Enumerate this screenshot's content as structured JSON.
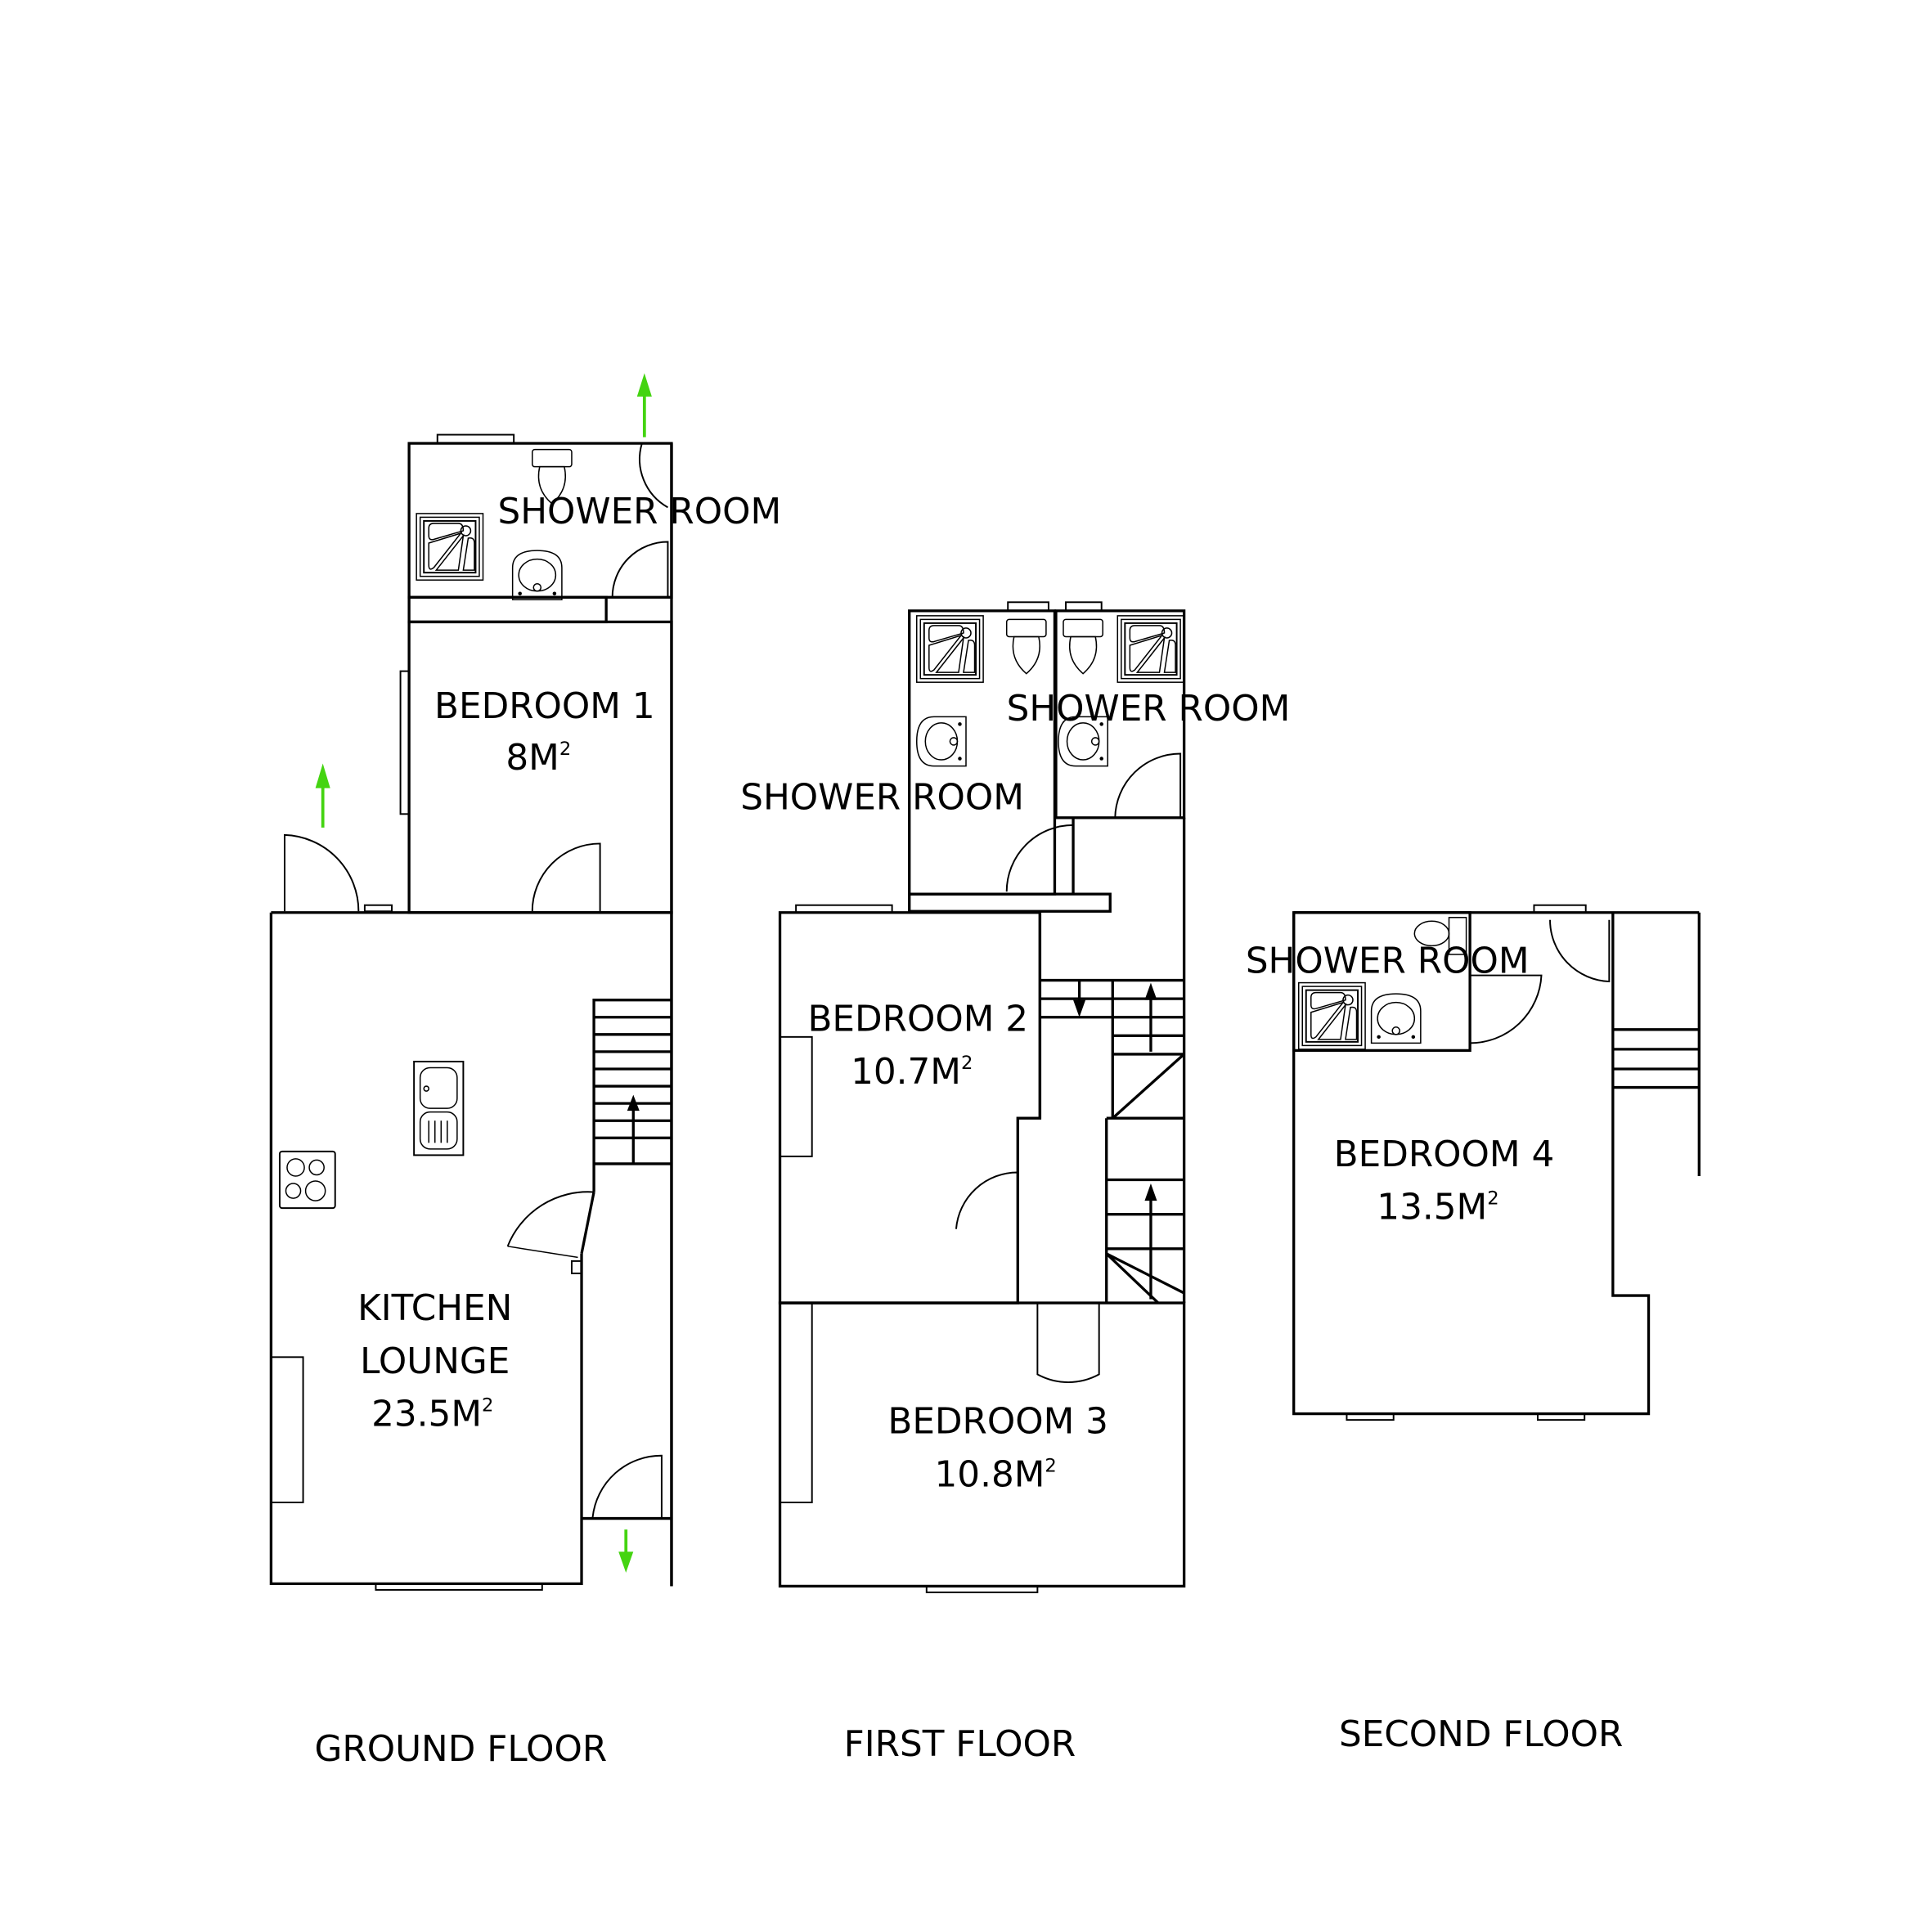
{
  "colors": {
    "wall": "#000000",
    "exit_arrow": "#44d411",
    "background": "#ffffff"
  },
  "floors": [
    {
      "label": "GROUND FLOOR",
      "rooms": [
        {
          "name": "SHOWER ROOM",
          "area": ""
        },
        {
          "name": "BEDROOM 1",
          "area": "8M",
          "unit_sup": "2"
        },
        {
          "name_line1": "KITCHEN",
          "name_line2": "LOUNGE",
          "area": "23.5M",
          "unit_sup": "2"
        }
      ],
      "fixtures": [
        "shower-tray",
        "toilet",
        "wash-basin",
        "hob",
        "kitchen-sink",
        "staircase-up"
      ],
      "exits": [
        "exit-arrow-top-shower",
        "exit-arrow-side-entrance",
        "exit-arrow-rear-hall"
      ]
    },
    {
      "label": "FIRST FLOOR",
      "rooms": [
        {
          "name": "SHOWER ROOM",
          "area": ""
        },
        {
          "name": "SHOWER ROOM",
          "area": ""
        },
        {
          "name": "BEDROOM 2",
          "area": "10.7M",
          "unit_sup": "2"
        },
        {
          "name": "BEDROOM 3",
          "area": "10.8M",
          "unit_sup": "2"
        }
      ],
      "fixtures": [
        "shower-tray",
        "toilet",
        "wash-basin",
        "staircase-up",
        "staircase-down"
      ]
    },
    {
      "label": "SECOND FLOOR",
      "rooms": [
        {
          "name": "SHOWER ROOM",
          "area": ""
        },
        {
          "name": "BEDROOM 4",
          "area": "13.5M",
          "unit_sup": "2"
        }
      ],
      "fixtures": [
        "shower-tray",
        "toilet",
        "wash-basin",
        "staircase"
      ]
    }
  ]
}
